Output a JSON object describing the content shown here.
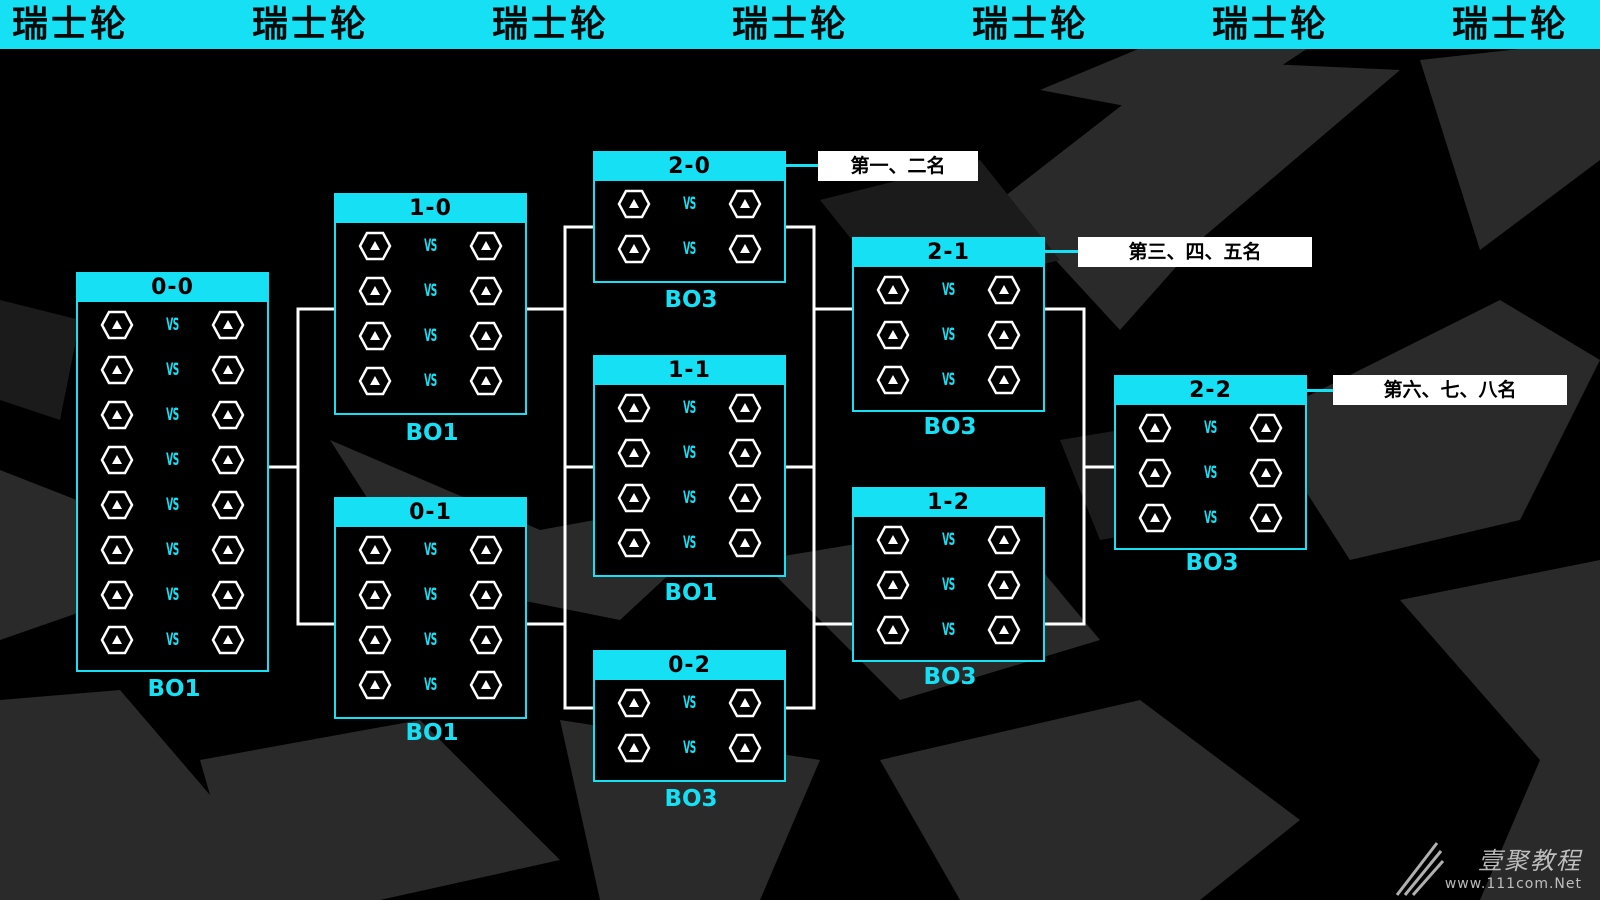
{
  "banner": {
    "word": "瑞士轮",
    "repeat": 7
  },
  "colors": {
    "accent": "#15e0f4",
    "background": "#000000",
    "shape": "#2b2b2b"
  },
  "vs_label": "VS",
  "hex_icon": "hexagon-team-icon",
  "groups": [
    {
      "id": "g00",
      "record": "0-0",
      "matches": 8,
      "format": "BO1"
    },
    {
      "id": "g10",
      "record": "1-0",
      "matches": 4,
      "format": "BO1"
    },
    {
      "id": "g01",
      "record": "0-1",
      "matches": 4,
      "format": "BO1"
    },
    {
      "id": "g20",
      "record": "2-0",
      "matches": 2,
      "format": "BO3"
    },
    {
      "id": "g11",
      "record": "1-1",
      "matches": 4,
      "format": "BO1"
    },
    {
      "id": "g02",
      "record": "0-2",
      "matches": 2,
      "format": "BO3"
    },
    {
      "id": "g21",
      "record": "2-1",
      "matches": 3,
      "format": "BO3"
    },
    {
      "id": "g12",
      "record": "1-2",
      "matches": 3,
      "format": "BO3"
    },
    {
      "id": "g22",
      "record": "2-2",
      "matches": 3,
      "format": "BO3"
    }
  ],
  "rank_labels": [
    {
      "id": "r1",
      "text": "第一、二名"
    },
    {
      "id": "r2",
      "text": "第三、四、五名"
    },
    {
      "id": "r3",
      "text": "第六、七、八名"
    }
  ],
  "watermark": {
    "name": "壹聚教程",
    "url": "www.111com.Net"
  }
}
